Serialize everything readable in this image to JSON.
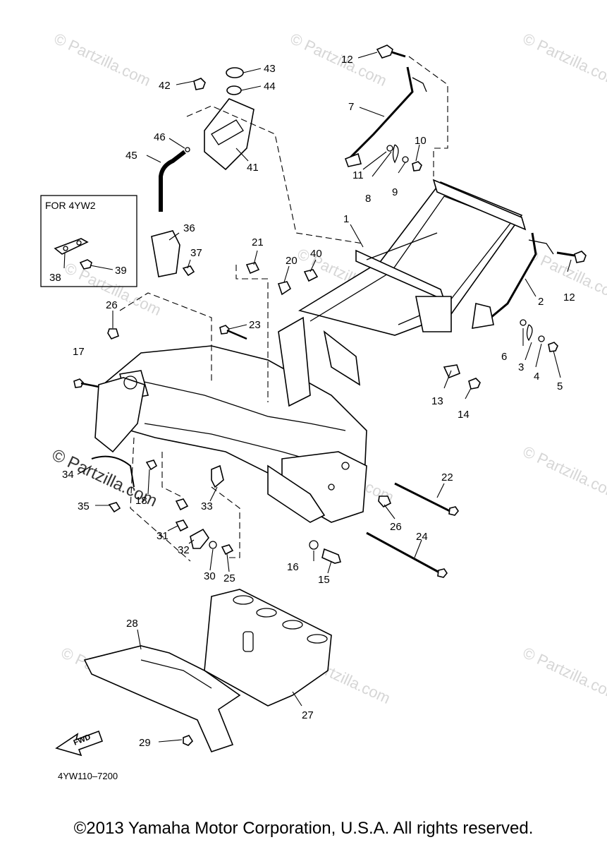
{
  "diagram": {
    "variant_label": "FOR 4YW2",
    "drawing_code": "4YW110–7200",
    "fwd_label": "FWD",
    "watermark": "Partzilla.com",
    "watermark_symbol": "©",
    "callouts": {
      "n1": "1",
      "n2": "2",
      "n3": "3",
      "n4": "4",
      "n5": "5",
      "n6": "6",
      "n7": "7",
      "n8": "8",
      "n9": "9",
      "n10": "10",
      "n11": "11",
      "n12a": "12",
      "n12b": "12",
      "n13": "13",
      "n14": "14",
      "n15": "15",
      "n16": "16",
      "n17": "17",
      "n18": "18",
      "n20": "20",
      "n21": "21",
      "n22": "22",
      "n23": "23",
      "n24": "24",
      "n25": "25",
      "n26a": "26",
      "n26b": "26",
      "n27": "27",
      "n28": "28",
      "n29": "29",
      "n30": "30",
      "n31": "31",
      "n32": "32",
      "n33": "33",
      "n34": "34",
      "n35": "35",
      "n36": "36",
      "n37": "37",
      "n38": "38",
      "n39": "39",
      "n40": "40",
      "n41": "41",
      "n42": "42",
      "n43": "43",
      "n44": "44",
      "n45": "45",
      "n46": "46"
    }
  },
  "footer": {
    "copyright": "©2013 Yamaha Motor Corporation, U.S.A. All rights reserved."
  }
}
